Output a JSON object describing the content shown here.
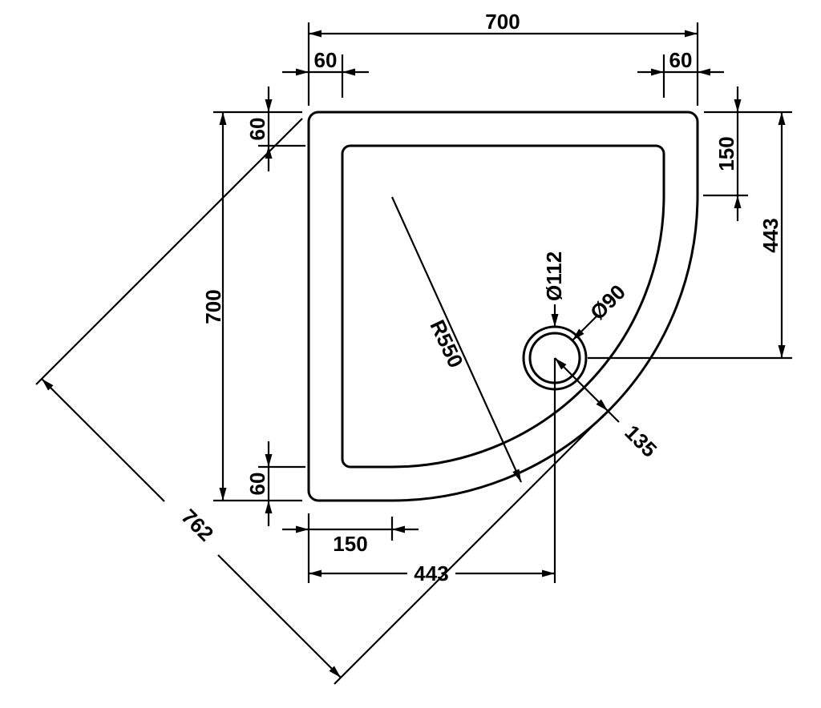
{
  "drawing": {
    "type": "technical-dimension-drawing",
    "subject": "quadrant-shower-tray-top-view",
    "colors": {
      "background": "#ffffff",
      "line": "#000000"
    },
    "dimensions": {
      "overall_width": "700",
      "overall_depth": "700",
      "rim_top_left": "60",
      "rim_top_right": "60",
      "rim_left_top": "60",
      "rim_left_bottom": "60",
      "right_edge_straight": "150",
      "drain_offset_right": "443",
      "bottom_edge_straight": "150",
      "drain_offset_bottom": "443",
      "diagonal": "762",
      "corner_radius": "R550",
      "waste_outer_diameter": "Ø112",
      "waste_inner_diameter": "Ø90",
      "drain_to_corner": "135"
    }
  }
}
